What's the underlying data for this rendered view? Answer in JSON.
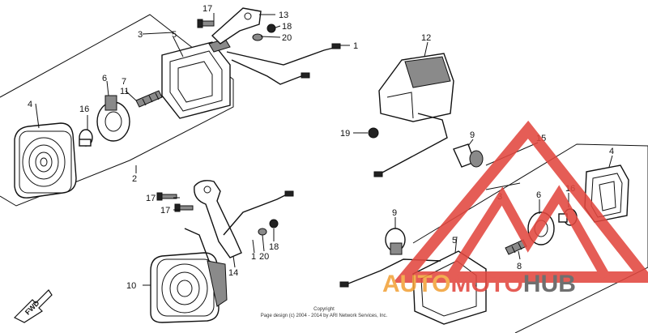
{
  "colors": {
    "line": "#111111",
    "watermark_red": "#e2473f",
    "watermark_orange": "#f2a23a",
    "watermark_gray": "#5c5c5c"
  },
  "callouts": {
    "n1a": "1",
    "n1b": "1",
    "n2": "2",
    "n3a": "3",
    "n3b": "3",
    "n4a": "4",
    "n4b": "4",
    "n5a": "5",
    "n5b": "5",
    "n6a": "6",
    "n6b": "6",
    "n7": "7",
    "n8": "8",
    "n9a": "9",
    "n9b": "9",
    "n10": "10",
    "n11": "11",
    "n12": "12",
    "n13": "13",
    "n14": "14",
    "n15": "15",
    "n16a": "16",
    "n16b": "16",
    "n17a": "17",
    "n17b": "17",
    "n17c": "17",
    "n18a": "18",
    "n18b": "18",
    "n19": "19",
    "n20a": "20",
    "n20b": "20"
  },
  "direction_label": "FWD",
  "copyright": {
    "line1": "Copyright",
    "line2": "Page design (c) 2004 - 2014 by ARI Network Services, Inc."
  },
  "watermark": {
    "part1": "AUTO",
    "part2": "MOTO",
    "part3": "HUB"
  }
}
